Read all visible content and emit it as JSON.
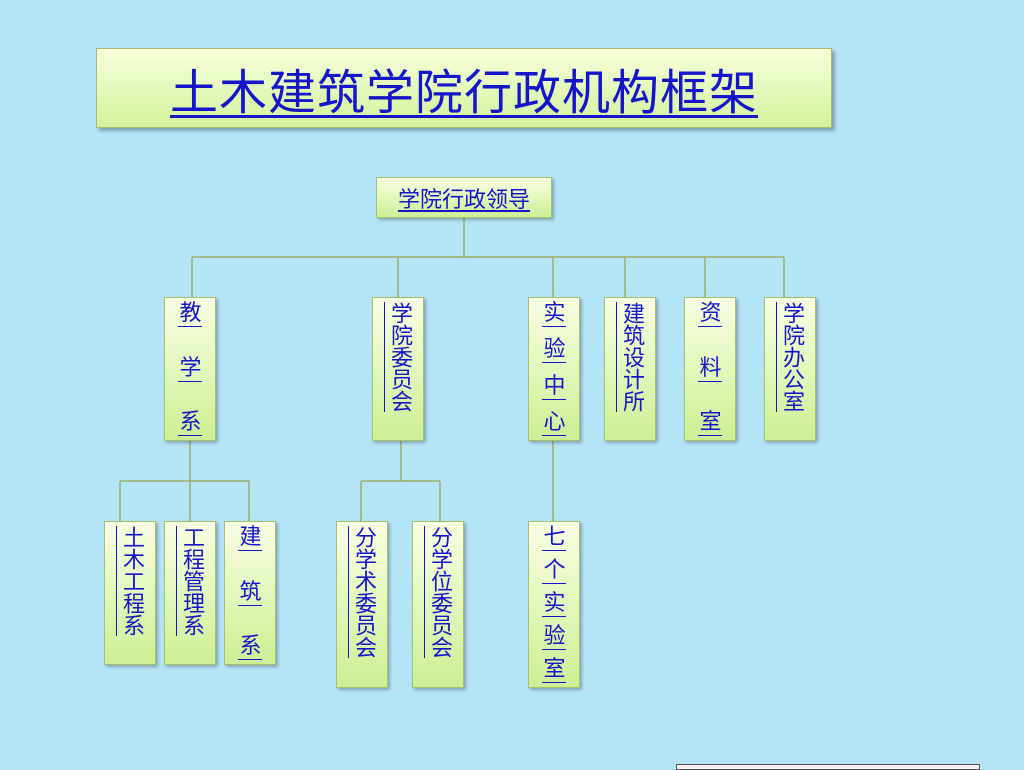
{
  "title": "土木建筑学院行政机构框架",
  "root": {
    "label": "学院行政领导"
  },
  "level1": [
    {
      "id": "teaching",
      "label": "教学系"
    },
    {
      "id": "committee",
      "label": "学院委员会"
    },
    {
      "id": "lab-center",
      "label": "实验中心"
    },
    {
      "id": "design-institute",
      "label": "建筑设计所"
    },
    {
      "id": "archive",
      "label": "资料室"
    },
    {
      "id": "office",
      "label": "学院办公室"
    }
  ],
  "level2": [
    {
      "id": "civil",
      "label": "土木工程系",
      "parent": "teaching"
    },
    {
      "id": "management",
      "label": "工程管理系",
      "parent": "teaching"
    },
    {
      "id": "architecture",
      "label": "建筑系",
      "parent": "teaching"
    },
    {
      "id": "academic",
      "label": "分学术委员会",
      "parent": "committee"
    },
    {
      "id": "degree",
      "label": "分学位委员会",
      "parent": "committee"
    },
    {
      "id": "labs",
      "label": "七个实验室",
      "parent": "lab-center"
    }
  ],
  "colors": {
    "background": "#b3e5f7",
    "text": "#1515c9",
    "box_top": "#f9ffe3",
    "box_bottom": "#cdef94",
    "line": "#9aaf6a"
  }
}
